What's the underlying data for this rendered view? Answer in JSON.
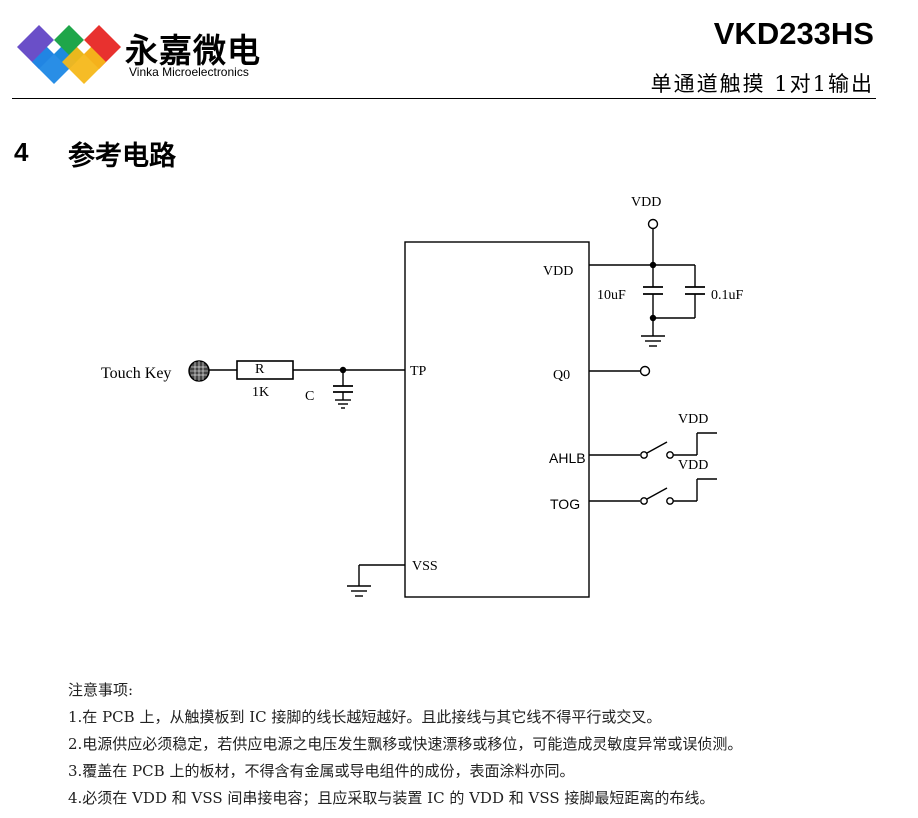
{
  "header": {
    "brand_cn": "永嘉微电",
    "brand_en": "Vinka Microelectronics",
    "model": "VKD233HS",
    "subtitle": "单通道触摸 1对1输出"
  },
  "section": {
    "number": "4",
    "title": "参考电路"
  },
  "circuit": {
    "touch_key": "Touch Key",
    "resistor_name": "R",
    "resistor_value": "1K",
    "cap_c": "C",
    "pin_tp": "TP",
    "pin_vdd": "VDD",
    "pin_q0": "Q0",
    "pin_ahlb": "AHLB",
    "pin_tog": "TOG",
    "pin_vss": "VSS",
    "vdd_top": "VDD",
    "vdd_ahlb": "VDD",
    "vdd_tog": "VDD",
    "cap1": "10uF",
    "cap2": "0.1uF"
  },
  "notes": {
    "heading": "注意事项:",
    "items": [
      "1.在 PCB 上，从触摸板到 IC 接脚的线长越短越好。且此接线与其它线不得平行或交叉。",
      "2.电源供应必须稳定，若供应电源之电压发生飘移或快速漂移或移位，可能造成灵敏度异常或误侦测。",
      "3.覆盖在 PCB 上的板材，不得含有金属或导电组件的成份，表面涂料亦同。",
      "4.必须在 VDD 和 VSS 间串接电容；且应采取与装置 IC 的 VDD 和 VSS 接脚最短距离的布线。"
    ]
  },
  "colors": {
    "logo_purple": "#6a4fc8",
    "logo_green": "#1fa64a",
    "logo_red": "#e8312f",
    "logo_blue": "#1e88e5",
    "logo_yellow": "#f6b81a"
  }
}
